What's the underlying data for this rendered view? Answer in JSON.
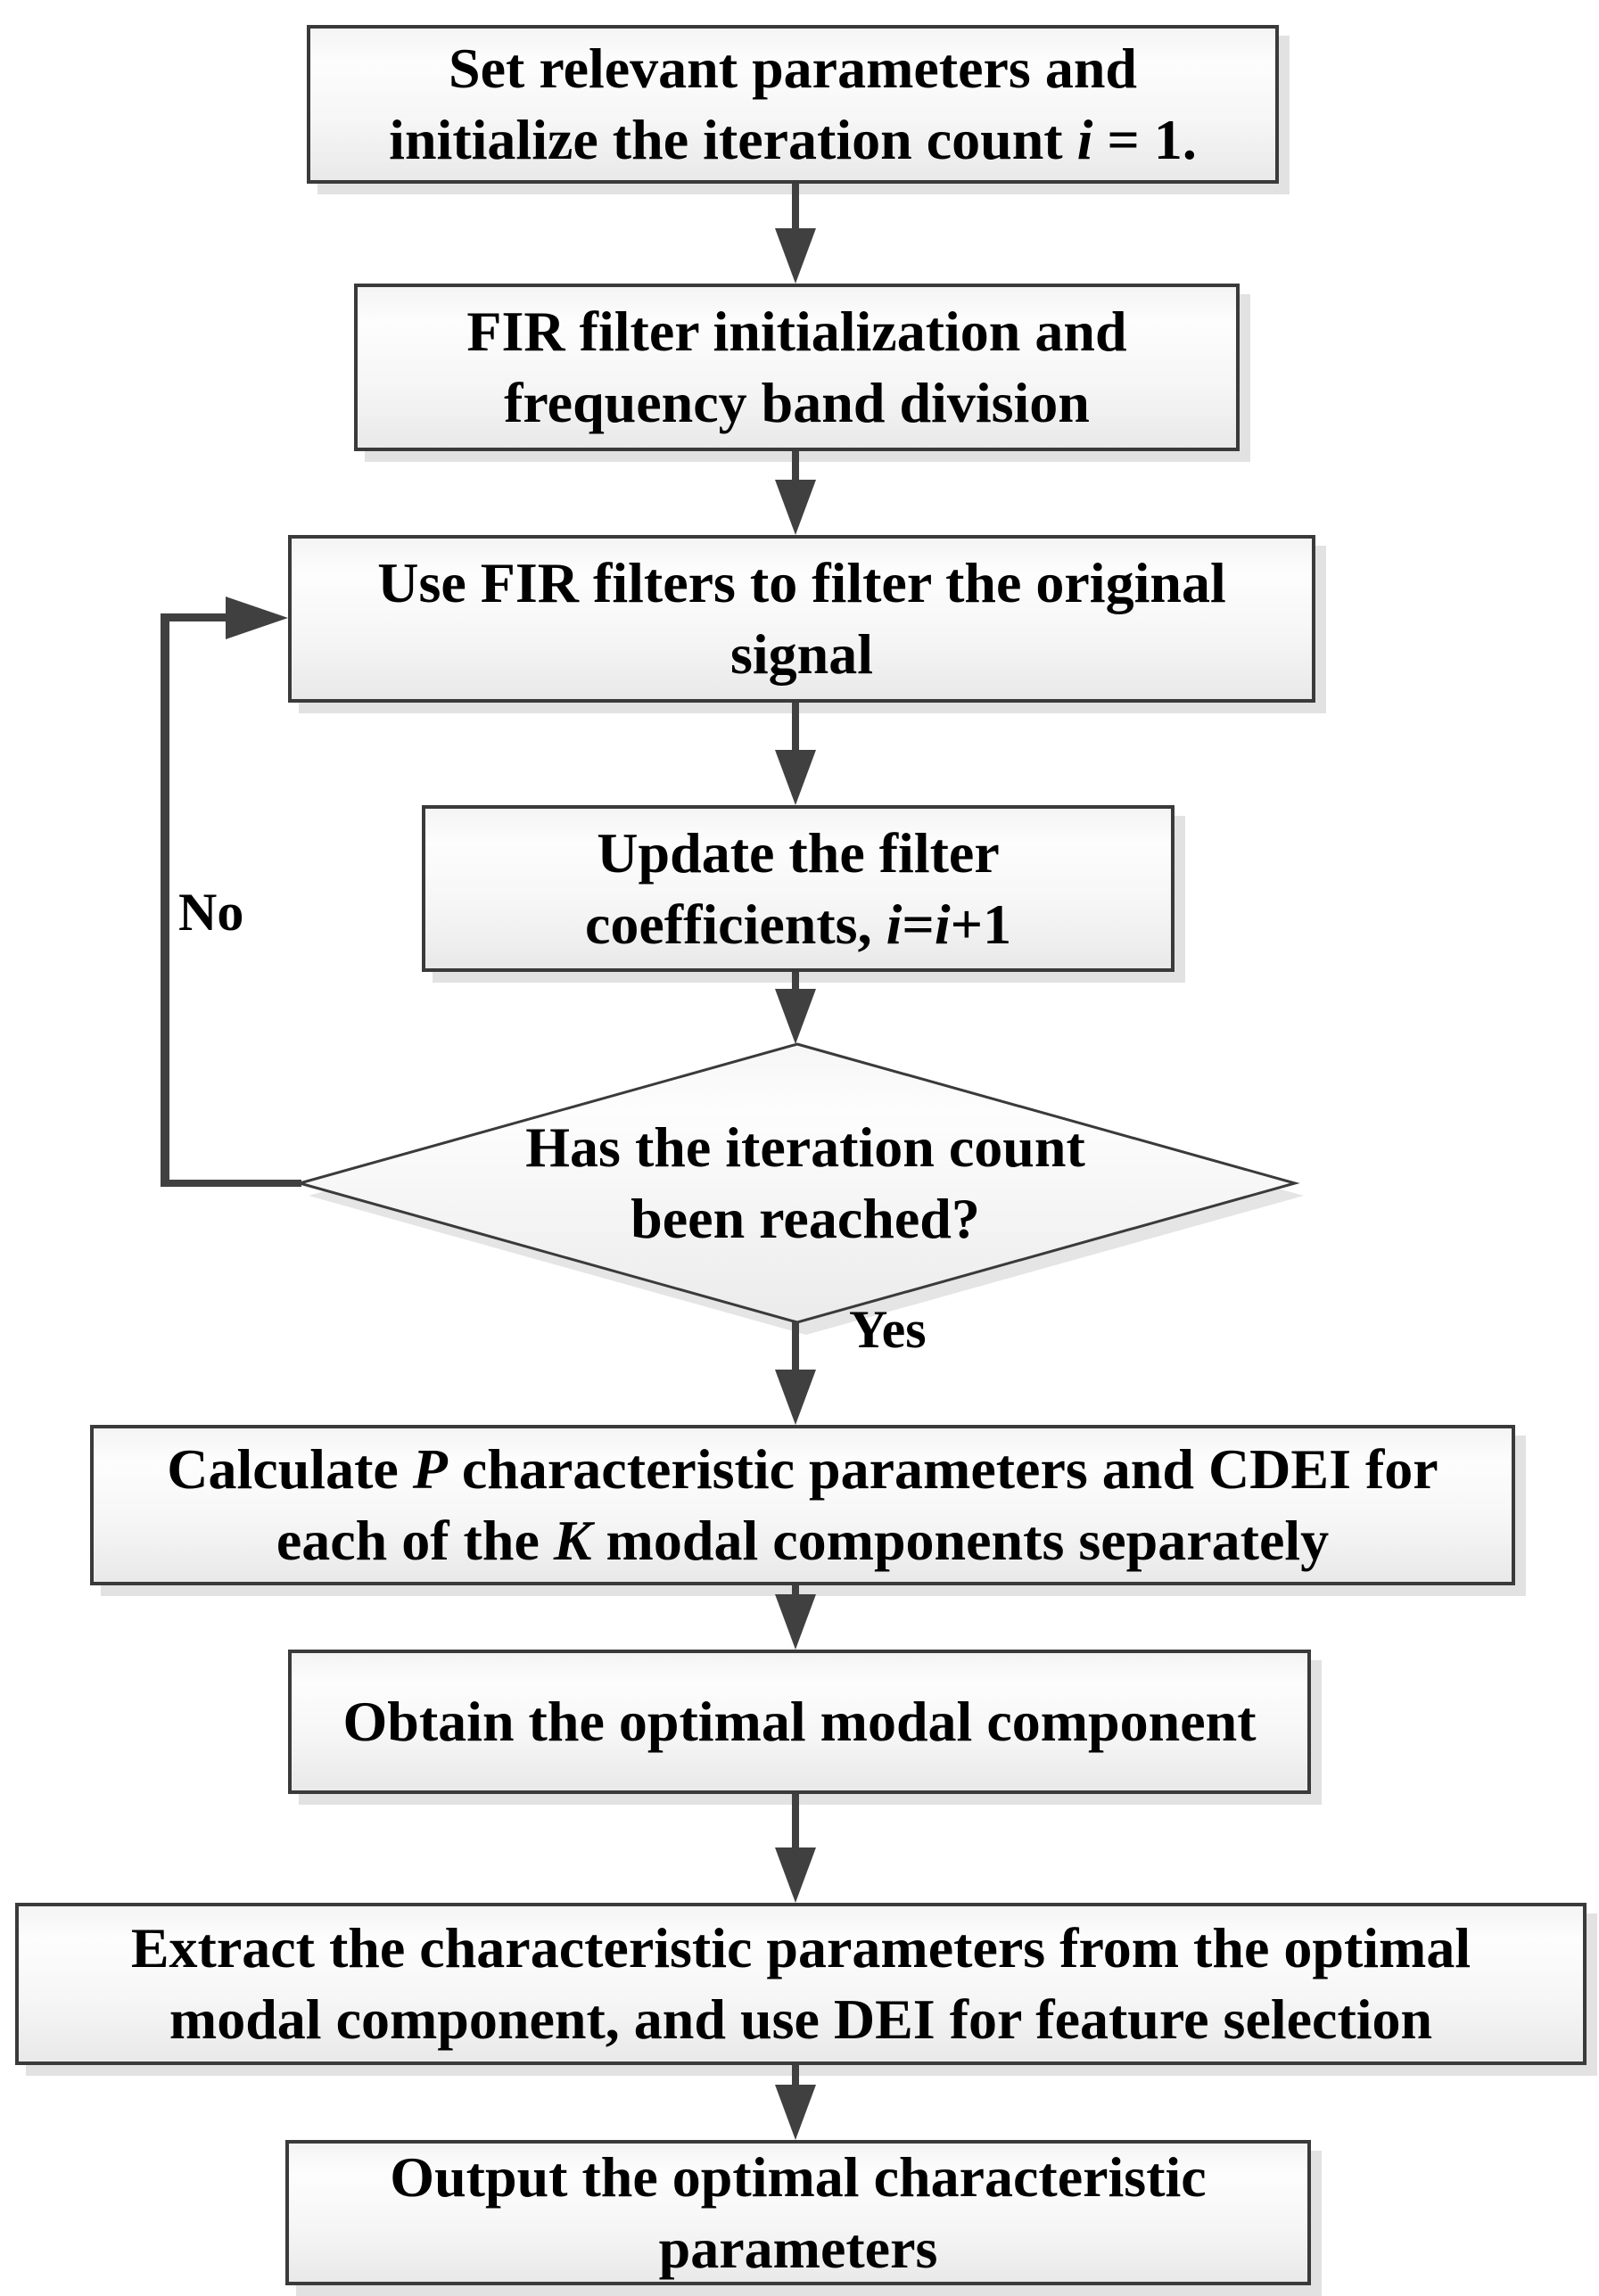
{
  "flowchart": {
    "nodes": [
      {
        "id": "set-parameters",
        "type": "process",
        "lines": [
          "Set relevant parameters and",
          "initialize the iteration count *i* = 1."
        ]
      },
      {
        "id": "fir-initialization",
        "type": "process",
        "lines": [
          "FIR filter initialization and",
          "frequency band division"
        ]
      },
      {
        "id": "use-fir-filters",
        "type": "process",
        "lines": [
          "Use FIR filters to filter the original",
          "signal"
        ]
      },
      {
        "id": "update-coefficients",
        "type": "process",
        "lines": [
          "Update the filter",
          "coefficients, *i*=*i*+1"
        ]
      },
      {
        "id": "iteration-decision",
        "type": "decision",
        "lines": [
          "Has the iteration count",
          "been reached?"
        ]
      },
      {
        "id": "calculate-cdei",
        "type": "process",
        "lines": [
          "Calculate *P* characteristic parameters and CDEI for",
          "each of the *K* modal components separately"
        ]
      },
      {
        "id": "obtain-optimal",
        "type": "process",
        "lines": [
          "Obtain the optimal modal component"
        ]
      },
      {
        "id": "extract-parameters",
        "type": "process",
        "lines": [
          "Extract the characteristic parameters from the optimal",
          "modal component, and use DEI for feature selection"
        ]
      },
      {
        "id": "output-parameters",
        "type": "process",
        "lines": [
          "Output the optimal characteristic",
          "parameters"
        ]
      }
    ],
    "labels": {
      "yes": "Yes",
      "no": "No"
    },
    "colors": {
      "border": "#3a3a3a",
      "arrow": "#404040",
      "shadow": "#e2e2e2",
      "fill_top": "#fdfdfd",
      "fill_bottom": "#e9e9e9",
      "text": "#000000"
    }
  }
}
